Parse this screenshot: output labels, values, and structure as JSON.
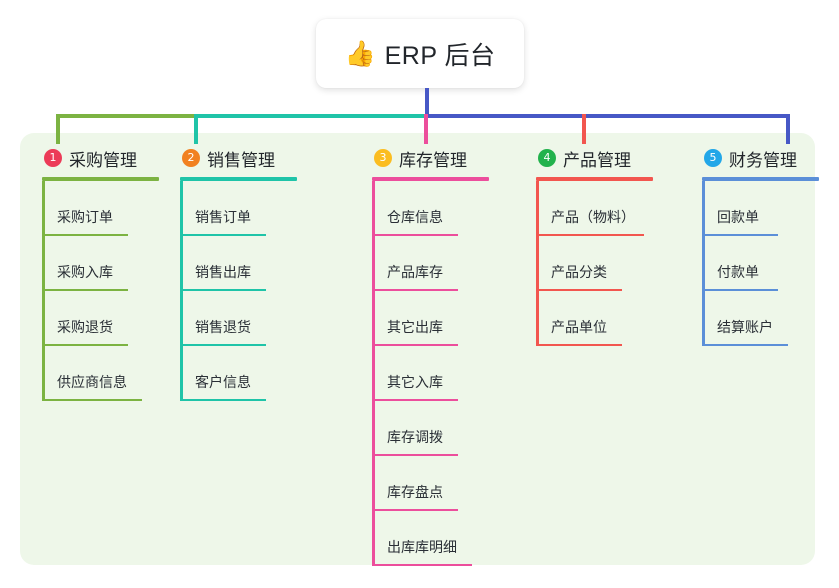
{
  "root": {
    "icon": "thumbs-up-icon",
    "emoji": "👍",
    "label": "ERP 后台"
  },
  "theme": {
    "panel_bg": "#eef7e9",
    "page_bg": "#ffffff",
    "stem_color": "#4758c6",
    "text_color": "#22262b"
  },
  "columns": [
    {
      "number": "1",
      "title": "采购管理",
      "badge_color": "#ec3b58",
      "line_color": "#7cb342",
      "items": [
        {
          "label": "采购订单"
        },
        {
          "label": "采购入库"
        },
        {
          "label": "采购退货"
        },
        {
          "label": "供应商信息"
        }
      ]
    },
    {
      "number": "2",
      "title": "销售管理",
      "badge_color": "#f18121",
      "line_color": "#1fc4a8",
      "items": [
        {
          "label": "销售订单"
        },
        {
          "label": "销售出库"
        },
        {
          "label": "销售退货"
        },
        {
          "label": "客户信息"
        }
      ]
    },
    {
      "number": "3",
      "title": "库存管理",
      "badge_color": "#fbbd20",
      "line_color": "#ec4e9c",
      "items": [
        {
          "label": "仓库信息"
        },
        {
          "label": "产品库存"
        },
        {
          "label": "其它出库"
        },
        {
          "label": "其它入库"
        },
        {
          "label": "库存调拨"
        },
        {
          "label": "库存盘点"
        },
        {
          "label": "出库库明细"
        }
      ]
    },
    {
      "number": "4",
      "title": "产品管理",
      "badge_color": "#22b24c",
      "line_color": "#f2564f",
      "items": [
        {
          "label": "产品（物料）"
        },
        {
          "label": "产品分类"
        },
        {
          "label": "产品单位"
        }
      ]
    },
    {
      "number": "5",
      "title": "财务管理",
      "badge_color": "#22a7e8",
      "line_color": "#5b8fd8",
      "items": [
        {
          "label": "回款单"
        },
        {
          "label": "付款单"
        },
        {
          "label": "结算账户"
        }
      ]
    }
  ],
  "connectors": {
    "hbar_segments": [
      {
        "name": "segment-green",
        "color": "#7cb342"
      },
      {
        "name": "segment-teal",
        "color": "#1fc4a8"
      },
      {
        "name": "segment-indigo",
        "color": "#4758c6"
      }
    ]
  }
}
